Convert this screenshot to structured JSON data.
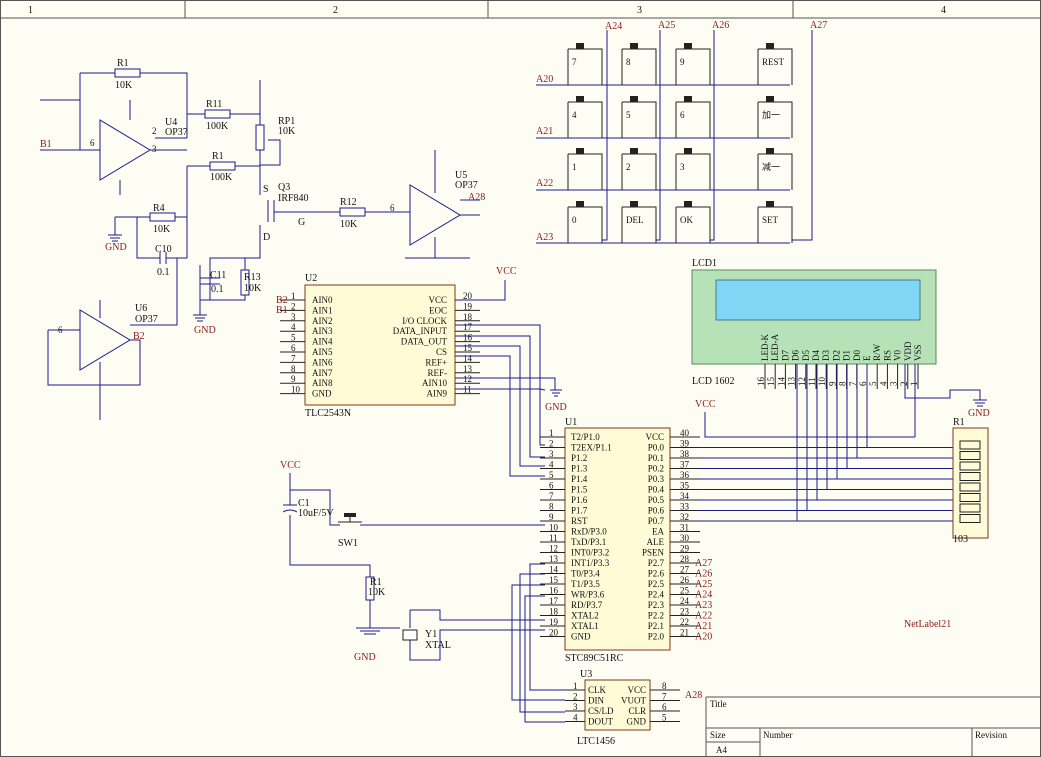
{
  "border": {
    "columns": [
      "1",
      "2",
      "3",
      "4"
    ]
  },
  "title_block": {
    "title": "Title",
    "size_label": "Size",
    "size_value": "A4",
    "number_label": "Number",
    "revision_label": "Revision"
  },
  "power": {
    "vcc": "VCC",
    "gnd": "GND"
  },
  "nets": {
    "b1": "B1",
    "b2": "B2",
    "a20": "A20",
    "a21": "A21",
    "a22": "A22",
    "a23": "A23",
    "a24": "A24",
    "a25": "A25",
    "a26": "A26",
    "a27": "A27",
    "a28": "A28",
    "netlabel21": "NetLabel21"
  },
  "amps": {
    "u4": {
      "ref": "U4",
      "part": "OP37"
    },
    "u5": {
      "ref": "U5",
      "part": "OP37"
    },
    "u6": {
      "ref": "U6",
      "part": "OP37"
    }
  },
  "passives": {
    "r1a": {
      "ref": "R1",
      "val": "10K"
    },
    "r11": {
      "ref": "R11",
      "val": "100K"
    },
    "r1b": {
      "ref": "R1",
      "val": "100K"
    },
    "rp1": {
      "ref": "RP1",
      "val": "10K"
    },
    "r4": {
      "ref": "R4",
      "val": "10K"
    },
    "c10": {
      "ref": "C10",
      "val": "0.1"
    },
    "c11": {
      "ref": "C11",
      "val": "0.1"
    },
    "r13": {
      "ref": "R13",
      "val": "10K"
    },
    "r12": {
      "ref": "R12",
      "val": "10K"
    },
    "q3": {
      "ref": "Q3",
      "part": "IRF840",
      "s": "S",
      "g": "G",
      "d": "D"
    },
    "c1": {
      "ref": "C1",
      "val": "10uF/5V"
    },
    "sw1": {
      "ref": "SW1"
    },
    "r1c": {
      "ref": "R1",
      "val": "10K"
    },
    "y1": {
      "ref": "Y1",
      "val": "XTAL"
    },
    "rnet": {
      "ref": "R1",
      "val": "103"
    }
  },
  "keypad": {
    "keys": [
      "7",
      "8",
      "9",
      "REST",
      "4",
      "5",
      "6",
      "加一",
      "1",
      "2",
      "3",
      "减一",
      "0",
      "DEL",
      "OK",
      "SET"
    ]
  },
  "lcd": {
    "ref": "LCD1",
    "part": "LCD 1602",
    "pins": [
      "LED-K",
      "LED-A",
      "D7",
      "D6",
      "D5",
      "D4",
      "D3",
      "D2",
      "D1",
      "D0",
      "E",
      "R/W",
      "RS",
      "V0",
      "VDD",
      "VSS"
    ],
    "pin_numbers": [
      "16",
      "15",
      "14",
      "13",
      "12",
      "11",
      "10",
      "9",
      "8",
      "7",
      "6",
      "5",
      "4",
      "3",
      "2",
      "1"
    ]
  },
  "u2": {
    "ref": "U2",
    "part": "TLC2543N",
    "left": [
      [
        "1",
        "AIN0"
      ],
      [
        "2",
        "AIN1"
      ],
      [
        "3",
        "AIN2"
      ],
      [
        "4",
        "AIN3"
      ],
      [
        "5",
        "AIN4"
      ],
      [
        "6",
        "AIN5"
      ],
      [
        "7",
        "AIN6"
      ],
      [
        "8",
        "AIN7"
      ],
      [
        "9",
        "AIN8"
      ],
      [
        "10",
        "GND"
      ]
    ],
    "right": [
      [
        "VCC",
        "20"
      ],
      [
        "EOC",
        "19"
      ],
      [
        "I/O CLOCK",
        "18"
      ],
      [
        "DATA_INPUT",
        "17"
      ],
      [
        "DATA_OUT",
        "16"
      ],
      [
        "CS",
        "15"
      ],
      [
        "REF+",
        "14"
      ],
      [
        "REF-",
        "13"
      ],
      [
        "AIN10",
        "12"
      ],
      [
        "AIN9",
        "11"
      ]
    ],
    "right_top_labels": [
      "vcc",
      "",
      "",
      "",
      "",
      "cs"
    ]
  },
  "u1": {
    "ref": "U1",
    "part": "STC89C51RC",
    "left": [
      [
        "1",
        "T2/P1.0"
      ],
      [
        "2",
        "T2EX/P1.1"
      ],
      [
        "3",
        "P1.2"
      ],
      [
        "4",
        "P1.3"
      ],
      [
        "5",
        "P1.4"
      ],
      [
        "6",
        "P1.5"
      ],
      [
        "7",
        "P1.6"
      ],
      [
        "8",
        "P1.7"
      ],
      [
        "9",
        "RST"
      ],
      [
        "10",
        "RxD/P3.0"
      ],
      [
        "11",
        "TxD/P3.1"
      ],
      [
        "12",
        "INT0/P3.2"
      ],
      [
        "13",
        "INT1/P3.3"
      ],
      [
        "14",
        "T0/P3.4"
      ],
      [
        "15",
        "T1/P3.5"
      ],
      [
        "16",
        "WR/P3.6"
      ],
      [
        "17",
        "RD/P3.7"
      ],
      [
        "18",
        "XTAL2"
      ],
      [
        "19",
        "XTAL1"
      ],
      [
        "20",
        "GND"
      ]
    ],
    "right": [
      [
        "VCC",
        "40"
      ],
      [
        "P0.0",
        "39"
      ],
      [
        "P0.1",
        "38"
      ],
      [
        "P0.2",
        "37"
      ],
      [
        "P0.3",
        "36"
      ],
      [
        "P0.4",
        "35"
      ],
      [
        "P0.5",
        "34"
      ],
      [
        "P0.6",
        "33"
      ],
      [
        "P0.7",
        "32"
      ],
      [
        "EA",
        "31"
      ],
      [
        "ALE",
        "30"
      ],
      [
        "PSEN",
        "29"
      ],
      [
        "P2.7",
        "28"
      ],
      [
        "P2.6",
        "27"
      ],
      [
        "P2.5",
        "26"
      ],
      [
        "P2.4",
        "25"
      ],
      [
        "P2.3",
        "24"
      ],
      [
        "P2.2",
        "23"
      ],
      [
        "P2.1",
        "22"
      ],
      [
        "P2.0",
        "21"
      ]
    ],
    "right_nets": [
      "",
      "",
      "",
      "",
      "",
      "",
      "",
      "",
      "",
      "",
      "",
      "",
      "A27",
      "A26",
      "A25",
      "A24",
      "A23",
      "A22",
      "A21",
      "A20"
    ]
  },
  "u3": {
    "ref": "U3",
    "part": "LTC1456",
    "left": [
      [
        "1",
        "CLK"
      ],
      [
        "2",
        "DIN"
      ],
      [
        "3",
        "CS/LD"
      ],
      [
        "4",
        "DOUT"
      ]
    ],
    "right": [
      [
        "VCC",
        "8"
      ],
      [
        "VUOT",
        "7"
      ],
      [
        "CLR",
        "6"
      ],
      [
        "GND",
        "5"
      ]
    ]
  }
}
